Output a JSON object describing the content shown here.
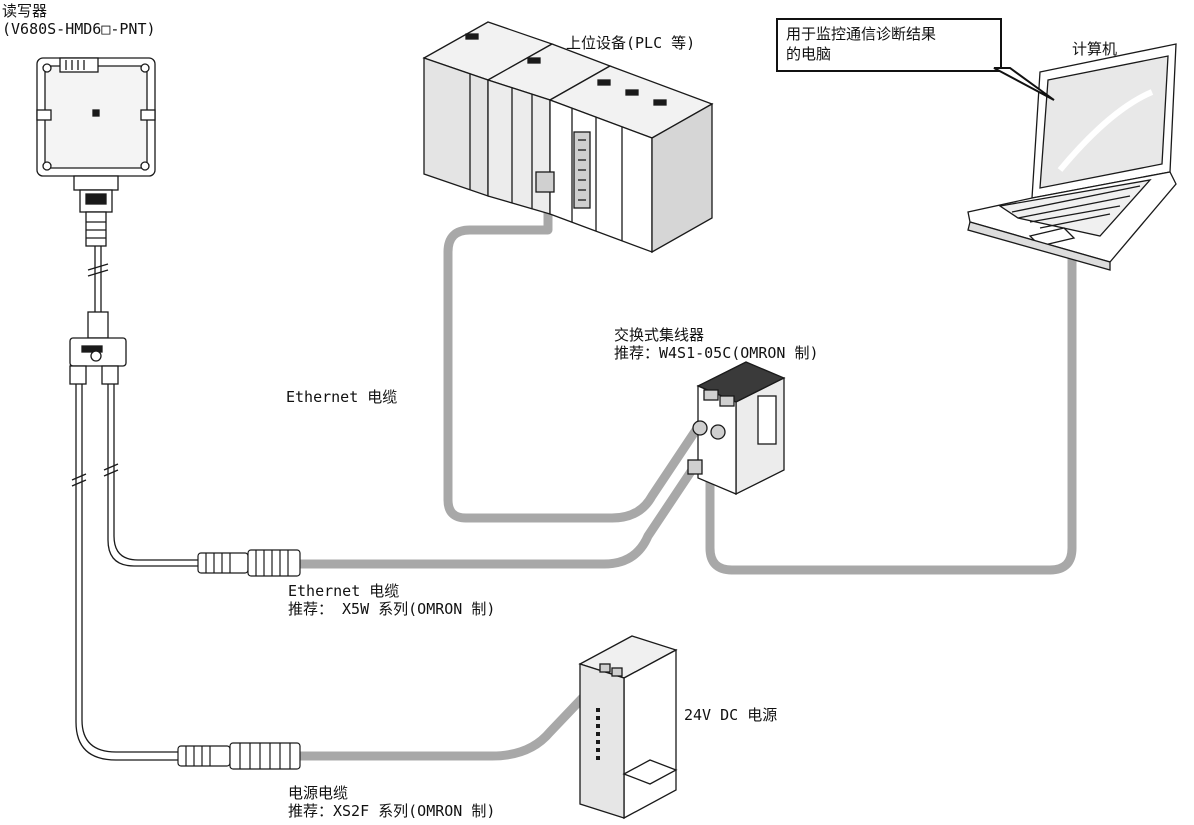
{
  "labels": {
    "reader_line1": "读写器",
    "reader_line2": "(V680S-HMD6□-PNT)",
    "host_device": "上位设备(PLC 等)",
    "computer": "计算机",
    "callout_line1": "用于监控通信诊断结果",
    "callout_line2": "的电脑",
    "hub_line1": "交换式集线器",
    "hub_line2": "推荐：W4S1-05C(OMRON 制)",
    "ethernet_cable_upper": "Ethernet 电缆",
    "ethernet_cable_lower_line1": "Ethernet 电缆",
    "ethernet_cable_lower_line2": "推荐： X5W 系列(OMRON 制)",
    "power_supply": "24V DC 电源",
    "power_cable_line1": "电源电缆",
    "power_cable_line2": "推荐：XS2F 系列(OMRON 制)"
  },
  "colors": {
    "ethernet_cable": "#a8a8a8",
    "device_outline": "#1a1a1a",
    "device_fill": "#ffffff",
    "device_shade": "#d9d9d9"
  }
}
